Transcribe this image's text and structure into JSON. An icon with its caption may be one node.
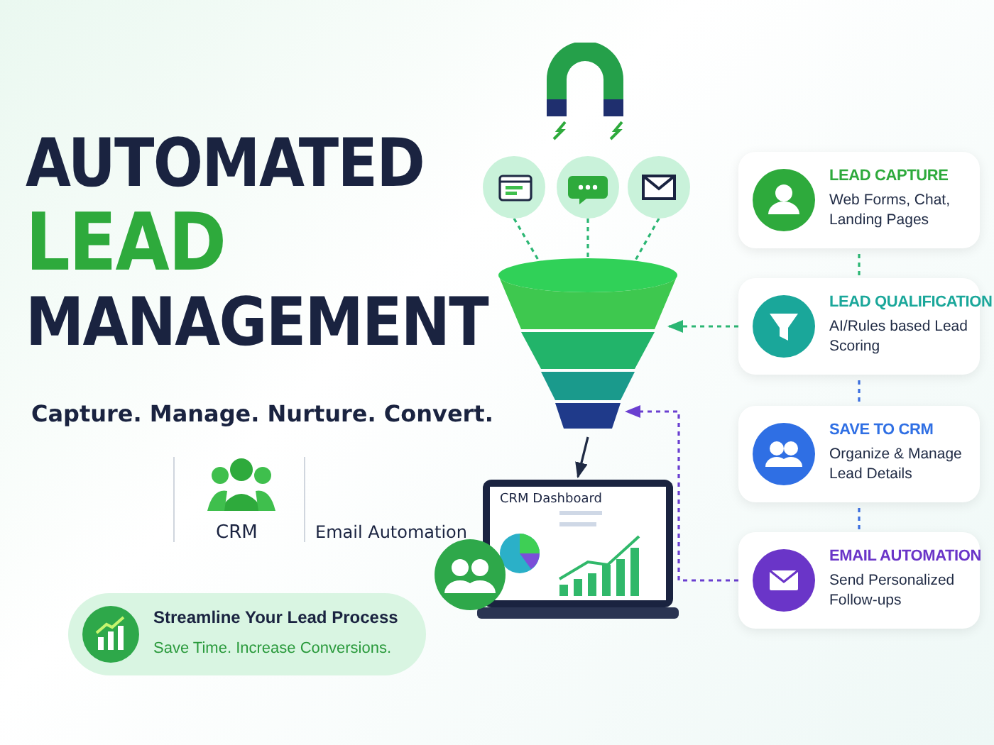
{
  "diagram": {
    "title": "AUTOMATED LEAD MANAGEMENT",
    "nodes": [
      {
        "text": [],
        "shape": "picture"
      },
      {
        "text": [],
        "shape": "picture"
      },
      {
        "text": [],
        "shape": "picture"
      },
      {
        "text": [],
        "shape": "picture"
      },
      {
        "text": [
          "CRM Dashboard"
        ]
      },
      {
        "text": [
          "LEAD CAPTURE",
          "Web Forms, Chat, Landing Pages"
        ]
      },
      {
        "text": [
          "LEAD QUALIFICATION",
          "AI/Rules based Lead Scoring"
        ]
      },
      {
        "text": [
          "SAVE TO CRM",
          "Organize & Manage Lead Details"
        ]
      },
      {
        "text": [
          "EMAIL AUTOMATION",
          "Send Personalized Follow-ups"
        ]
      },
      {
        "text": [
          "Streamline Your Lead Process",
          "Save Time. Increase Conversions."
        ]
      }
    ],
    "edges": [
      {
        "from": 0,
        "to": 3,
        "arrow": "none",
        "style": "dashed"
      },
      {
        "from": 1,
        "to": 3,
        "arrow": "none",
        "style": "dashed"
      },
      {
        "from": 2,
        "to": 3,
        "arrow": "none",
        "style": "dashed"
      },
      {
        "from": 3,
        "to": 4,
        "arrow": "to",
        "color": "#1f2a44"
      },
      {
        "from": 5,
        "to": 6,
        "arrow": "none",
        "style": "dashed"
      },
      {
        "from": 6,
        "to": 3,
        "arrow": "to",
        "style": "dashed"
      },
      {
        "from": 6,
        "to": 7,
        "arrow": "none",
        "style": "dashed",
        "color": "#3b6fe0"
      },
      {
        "from": 7,
        "to": 8,
        "arrow": "none",
        "style": "dashed",
        "color": "#3b6fe0"
      },
      {
        "from": 8,
        "to": 3,
        "arrow": "to",
        "style": "dashed",
        "color": "#6a3fd0"
      }
    ],
    "labels": [
      "Capture. Manage. Nurture. Convert.",
      "CRM",
      "Email Automation"
    ]
  }
}
